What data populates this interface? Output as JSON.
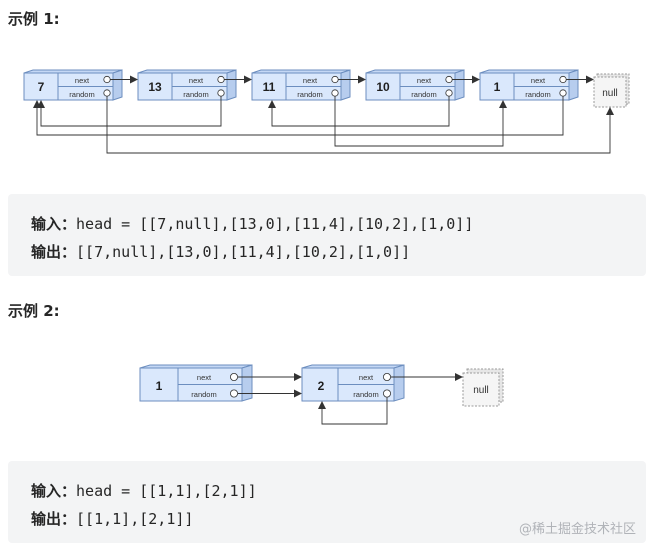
{
  "example1": {
    "heading": "示例 1:",
    "nodes": [
      "7",
      "13",
      "11",
      "10",
      "1"
    ],
    "field_next": "next",
    "field_random": "random",
    "null_label": "null",
    "input_label": "输入：",
    "input_value": "head = [[7,null],[13,0],[11,4],[10,2],[1,0]]",
    "output_label": "输出：",
    "output_value": "[[7,null],[13,0],[11,4],[10,2],[1,0]]"
  },
  "example2": {
    "heading": "示例 2:",
    "nodes": [
      "1",
      "2"
    ],
    "field_next": "next",
    "field_random": "random",
    "null_label": "null",
    "input_label": "输入：",
    "input_value": "head = [[1,1],[2,1]]",
    "output_label": "输出：",
    "output_value": "[[1,1],[2,1]]"
  },
  "colors": {
    "node_fill": "#dae8fc",
    "node_stroke": "#6c8ebf",
    "null_fill": "#f5f5f5",
    "arrow": "#333333"
  },
  "watermark": "@稀土掘金技术社区"
}
